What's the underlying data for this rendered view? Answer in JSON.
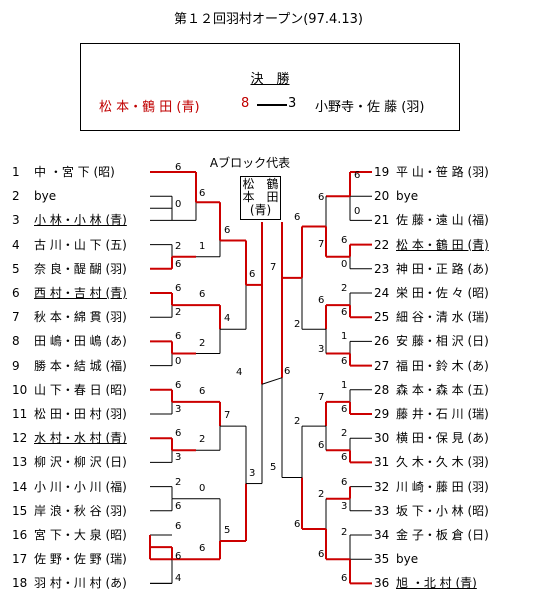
{
  "title": "第１２回羽村オープン(97.4.13)",
  "final": {
    "heading": "決　勝",
    "winner": "松 本・鶴 田 (青)",
    "winner_score": "8",
    "loser_score": "3",
    "loser": "小野寺・佐 藤 (羽)"
  },
  "block_title": "Aブロック代表",
  "representative": [
    "松　鶴",
    "本　田",
    "(青)"
  ],
  "left_entries": [
    {
      "no": "1",
      "name": "中 ・宮 下 (昭)"
    },
    {
      "no": "2",
      "name": "bye"
    },
    {
      "no": "3",
      "name": "小 林・小 林 (青)"
    },
    {
      "no": "4",
      "name": "古 川・山 下 (五)"
    },
    {
      "no": "5",
      "name": "奈 良・醍 醐 (羽)"
    },
    {
      "no": "6",
      "name": "西 村・吉 村 (青)"
    },
    {
      "no": "7",
      "name": "秋 本・綿 貫 (羽)"
    },
    {
      "no": "8",
      "name": "田 嶋・田 嶋 (あ)"
    },
    {
      "no": "9",
      "name": "勝 本・結 城 (福)"
    },
    {
      "no": "10",
      "name": "山 下・春 日 (昭)"
    },
    {
      "no": "11",
      "name": "松 田・田 村 (羽)"
    },
    {
      "no": "12",
      "name": "水 村・水 村 (青)"
    },
    {
      "no": "13",
      "name": "柳 沢・柳 沢 (日)"
    },
    {
      "no": "14",
      "name": "小 川・小 川 (福)"
    },
    {
      "no": "15",
      "name": "岸 浪・秋 谷 (羽)"
    },
    {
      "no": "16",
      "name": "宮 下・大 泉 (昭)"
    },
    {
      "no": "17",
      "name": "佐 野・佐 野 (瑞)"
    },
    {
      "no": "18",
      "name": "羽 村・川 村 (あ)"
    }
  ],
  "right_entries": [
    {
      "no": "19",
      "name": "平 山・笹 路 (羽)"
    },
    {
      "no": "20",
      "name": "bye"
    },
    {
      "no": "21",
      "name": "佐 藤・遠 山 (福)"
    },
    {
      "no": "22",
      "name": "松 本・鶴 田 (青)"
    },
    {
      "no": "23",
      "name": "神 田・正 路 (あ)"
    },
    {
      "no": "24",
      "name": "栄 田・佐 々 (昭)"
    },
    {
      "no": "25",
      "name": "細 谷・清 水 (瑞)"
    },
    {
      "no": "26",
      "name": "安 藤・相 沢 (日)"
    },
    {
      "no": "27",
      "name": "福 田・鈴 木 (あ)"
    },
    {
      "no": "28",
      "name": "森 本・森 本 (五)"
    },
    {
      "no": "29",
      "name": "藤 井・石 川 (瑞)"
    },
    {
      "no": "30",
      "name": "横 田・保 見 (あ)"
    },
    {
      "no": "31",
      "name": "久 木・久 木 (羽)"
    },
    {
      "no": "32",
      "name": "川 崎・藤 田 (羽)"
    },
    {
      "no": "33",
      "name": "坂 下・小 林 (昭)"
    },
    {
      "no": "34",
      "name": "金 子・板 倉 (日)"
    },
    {
      "no": "35",
      "name": "bye"
    },
    {
      "no": "36",
      "name": "旭 ・北 村 (青)"
    }
  ],
  "colors": {
    "winner_line": "#cc0000",
    "line": "#000000"
  }
}
